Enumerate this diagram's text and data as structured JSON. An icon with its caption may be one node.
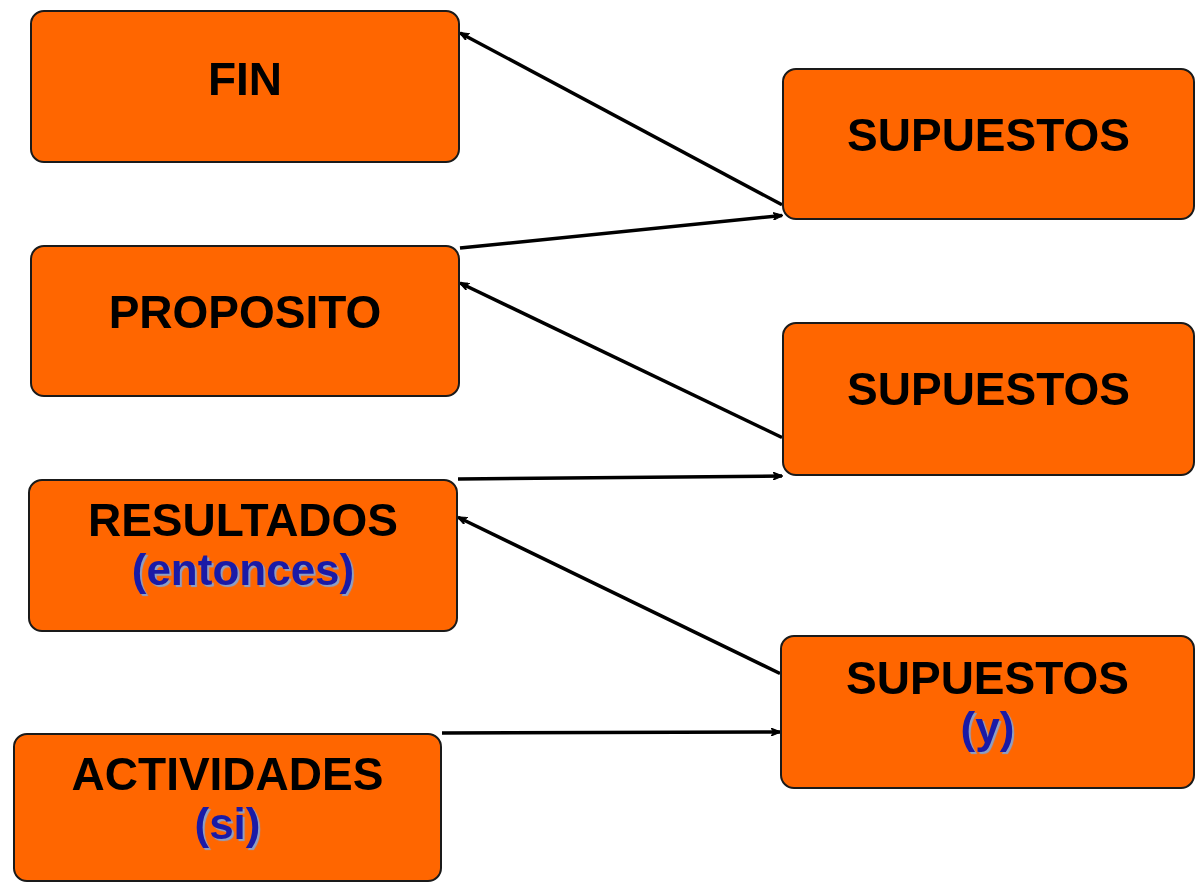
{
  "diagram": {
    "nodes": [
      {
        "text": [
          "FIN"
        ]
      },
      {
        "text": [
          "PROPOSITO"
        ]
      },
      {
        "text": [
          "RESULTADOS",
          "(entonces)"
        ]
      },
      {
        "text": [
          "ACTIVIDADES",
          "(si)"
        ]
      },
      {
        "text": [
          "SUPUESTOS"
        ]
      },
      {
        "text": [
          "SUPUESTOS"
        ]
      },
      {
        "text": [
          "SUPUESTOS",
          "(y)"
        ]
      }
    ],
    "edges": [
      {
        "from": 4,
        "to": 0,
        "arrow": "to"
      },
      {
        "from": 1,
        "to": 4,
        "arrow": "to"
      },
      {
        "from": 5,
        "to": 1,
        "arrow": "to"
      },
      {
        "from": 2,
        "to": 5,
        "arrow": "to"
      },
      {
        "from": 6,
        "to": 2,
        "arrow": "to"
      },
      {
        "from": 3,
        "to": 6,
        "arrow": "to"
      }
    ]
  }
}
